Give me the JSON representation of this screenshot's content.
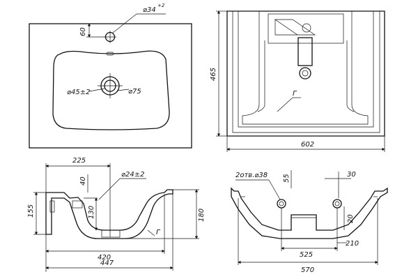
{
  "drawing": {
    "top_view": {
      "dim_tap_hole": "⌀34",
      "dim_tap_hole_tol": "+2",
      "dim_offset": "60",
      "dim_drain_inner": "⌀45±2",
      "dim_drain_outer": "⌀75"
    },
    "side_view_top": {
      "dim_depth": "465",
      "dim_width": "602",
      "label_g": "Г"
    },
    "section_left": {
      "dim_225": "225",
      "dim_40": "40",
      "dim_d24": "⌀24±2",
      "dim_155": "155",
      "dim_130": "130",
      "dim_180": "180",
      "dim_420": "420",
      "dim_447": "447",
      "label_g": "Г"
    },
    "section_right": {
      "dim_holes": "2отв.⌀38",
      "dim_55": "55",
      "dim_30": "30",
      "dim_20": "20",
      "dim_525": "525",
      "dim_210": "210",
      "dim_570": "570"
    }
  }
}
